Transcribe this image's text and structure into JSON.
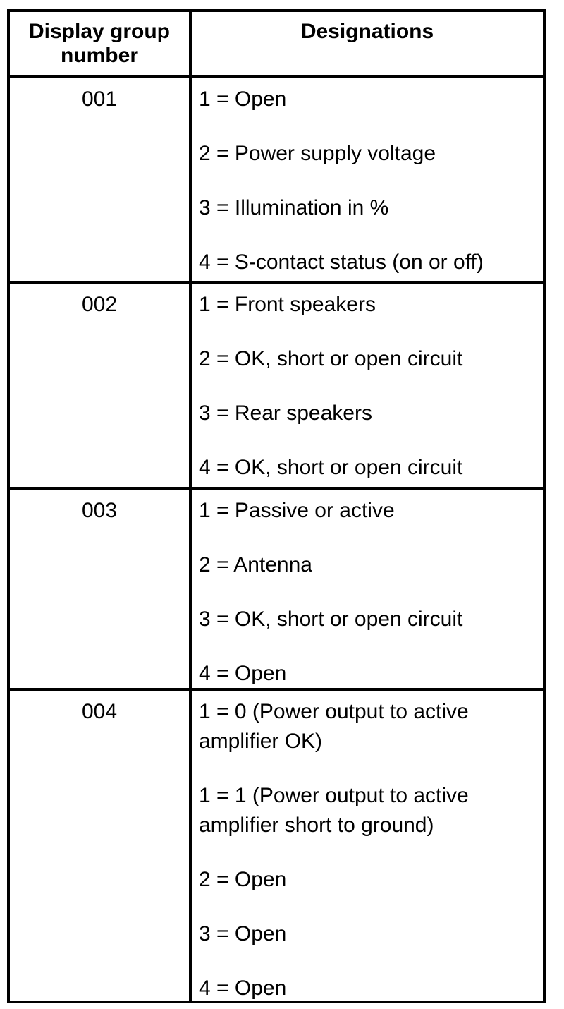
{
  "table": {
    "header": {
      "group_label": "Display group number",
      "designations_label": "Designations"
    },
    "rows": [
      {
        "group": "001",
        "designations": [
          "1 = Open",
          "2 = Power supply voltage",
          "3 = Illumination in %",
          "4 = S-contact status (on or off)"
        ]
      },
      {
        "group": "002",
        "designations": [
          "1 = Front speakers",
          "2 = OK, short or open circuit",
          "3 = Rear speakers",
          "4 = OK, short or open circuit"
        ]
      },
      {
        "group": "003",
        "designations": [
          "1 = Passive or active",
          "2 = Antenna",
          "3 = OK, short or open circuit",
          "4 = Open"
        ]
      },
      {
        "group": "004",
        "designations": [
          "1 = 0 (Power output to active amplifier OK)",
          "1 = 1 (Power output to active amplifier short to ground)",
          "2 = Open",
          "3 = Open",
          "4 = Open"
        ]
      }
    ],
    "colors": {
      "border": "#000000",
      "text": "#000000",
      "background": "#ffffff"
    }
  }
}
